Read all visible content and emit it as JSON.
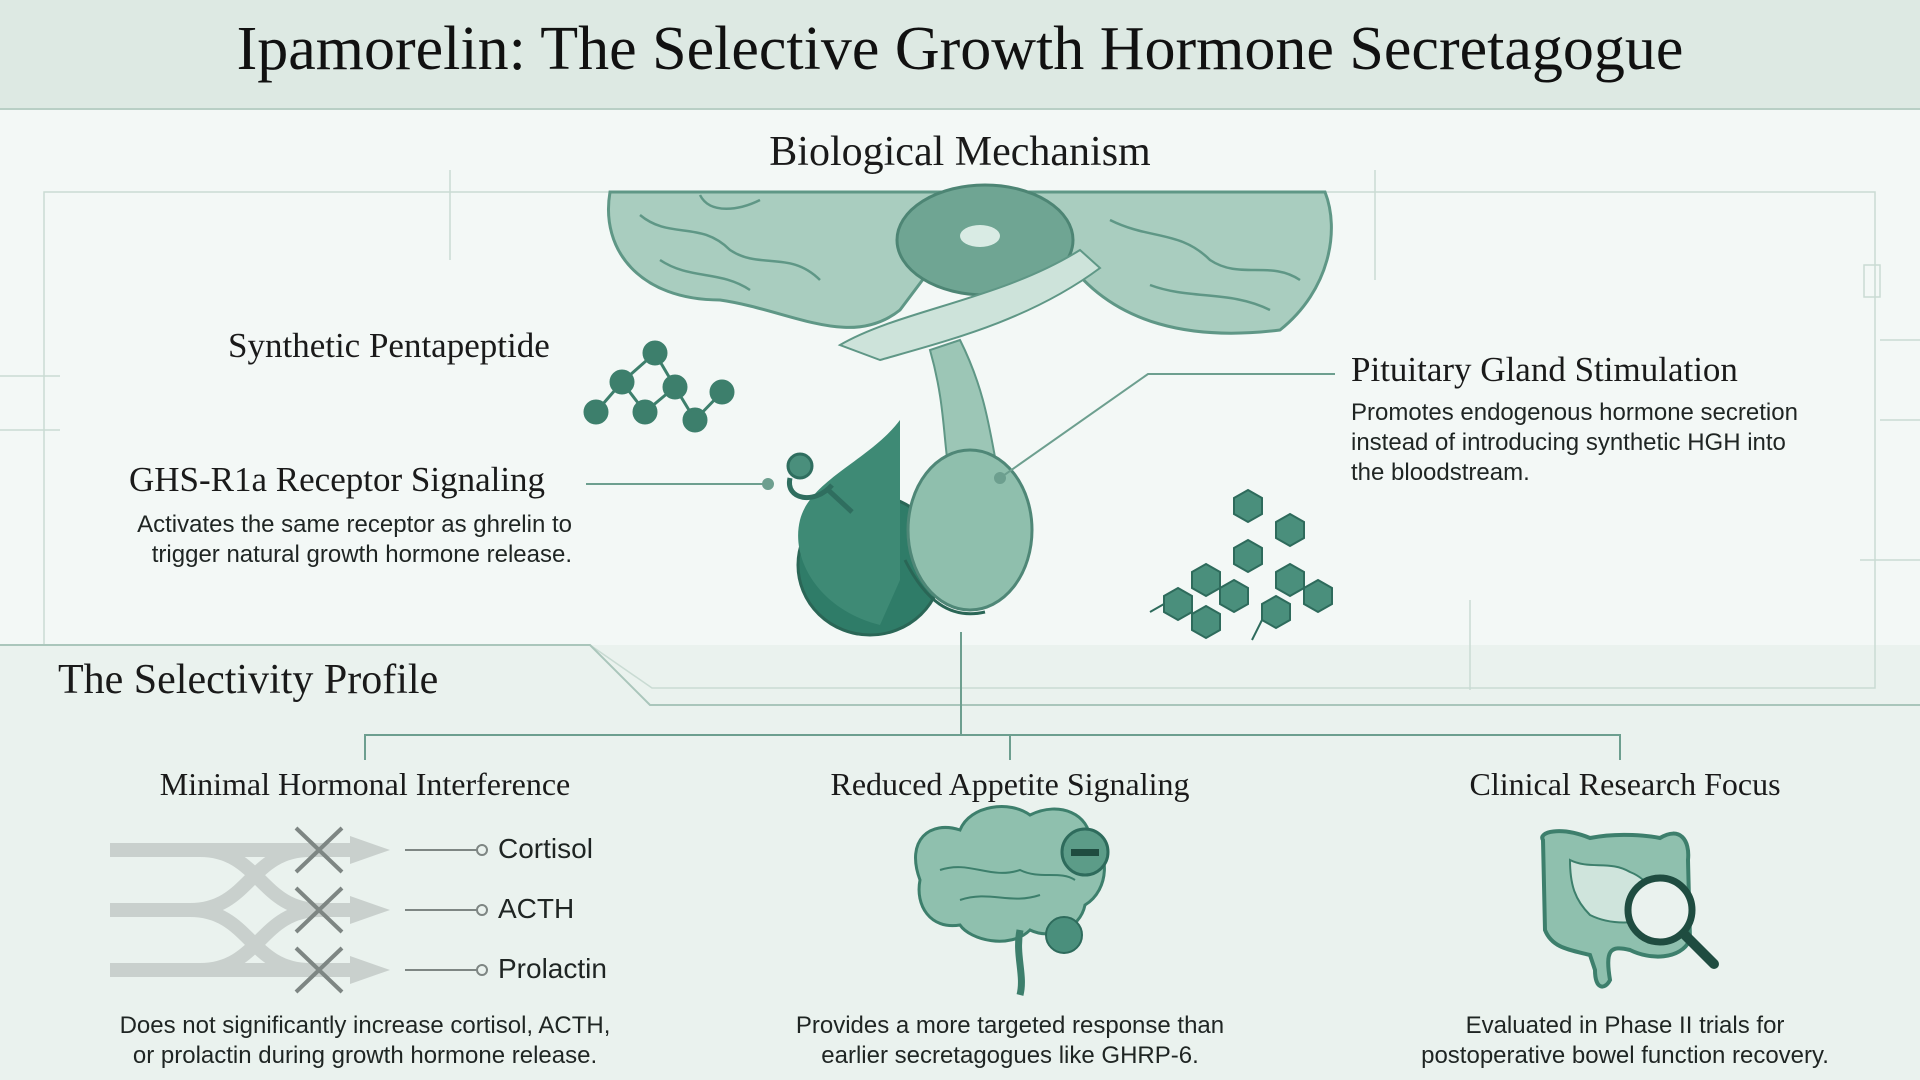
{
  "title": "Ipamorelin: The Selective Growth Hormone Secretagogue",
  "mechanism": {
    "heading": "Biological Mechanism",
    "pentapeptide_label": "Synthetic Pentapeptide",
    "receptor": {
      "title": "GHS-R1a Receptor Signaling",
      "text_line1": "Activates the same receptor as ghrelin to",
      "text_line2": "trigger natural growth hormone release."
    },
    "pituitary": {
      "title": "Pituitary Gland Stimulation",
      "text_line1": "Promotes endogenous hormone secretion",
      "text_line2": "instead of introducing synthetic HGH into",
      "text_line3": "the bloodstream."
    }
  },
  "selectivity": {
    "heading": "The Selectivity Profile",
    "cards": [
      {
        "title": "Minimal Hormonal Interference",
        "hormones": [
          "Cortisol",
          "ACTH",
          "Prolactin"
        ],
        "text_line1": "Does not significantly increase cortisol, ACTH,",
        "text_line2": "or prolactin during growth hormone release."
      },
      {
        "title": "Reduced Appetite Signaling",
        "text_line1": "Provides a more targeted response than",
        "text_line2": "earlier secretagogues like GHRP-6."
      },
      {
        "title": "Clinical Research Focus",
        "text_line1": "Evaluated in Phase II trials for",
        "text_line2": "postoperative bowel function recovery."
      }
    ]
  },
  "colors": {
    "accent": "#4a8f7c",
    "dark_teal": "#3d7f6c",
    "light_teal": "#8fc0ae",
    "background": "#eaf2ee"
  },
  "icons": [
    "molecule-icon",
    "receptor-icon",
    "brain-pituitary-illustration",
    "brain-icon",
    "minus-icon",
    "intestine-icon",
    "magnifier-icon"
  ]
}
